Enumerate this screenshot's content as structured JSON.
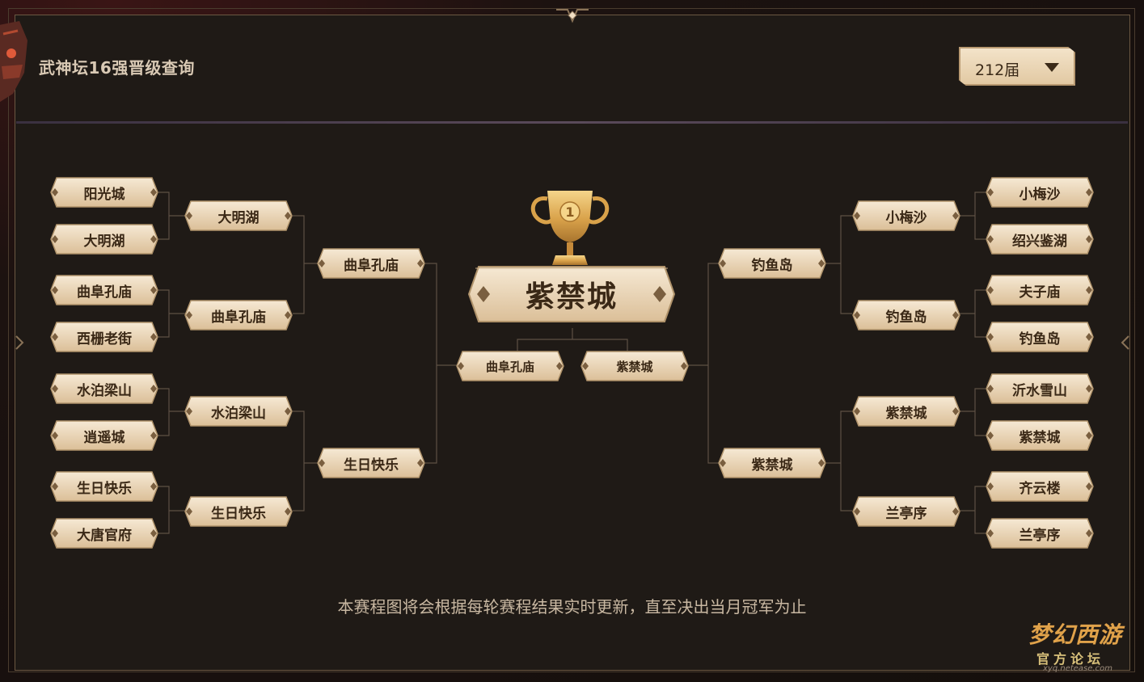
{
  "header": {
    "title": "武神坛16强晋级查询",
    "season_selected": "212届"
  },
  "bracket": {
    "left": {
      "round16": [
        "阳光城",
        "大明湖",
        "曲阜孔庙",
        "西栅老街",
        "水泊梁山",
        "逍遥城",
        "生日快乐",
        "大唐官府"
      ],
      "quarter": [
        "大明湖",
        "曲阜孔庙",
        "水泊梁山",
        "生日快乐"
      ],
      "semi": [
        "曲阜孔庙",
        "生日快乐"
      ],
      "final": "曲阜孔庙"
    },
    "right": {
      "round16": [
        "小梅沙",
        "绍兴鉴湖",
        "夫子庙",
        "钓鱼岛",
        "沂水雪山",
        "紫禁城",
        "齐云楼",
        "兰亭序"
      ],
      "quarter": [
        "小梅沙",
        "钓鱼岛",
        "紫禁城",
        "兰亭序"
      ],
      "semi": [
        "钓鱼岛",
        "紫禁城"
      ],
      "final": "紫禁城"
    },
    "champion": "紫禁城"
  },
  "trophy_rank": "1",
  "footer": {
    "note": "本赛程图将会根据每轮赛程结果实时更新，直至决出当月冠军为止"
  },
  "watermark": {
    "title": "梦幻西游",
    "subtitle": "官方论坛",
    "url": "xyq.netease.com"
  },
  "colors": {
    "node_fill_top": "#f4e6cf",
    "node_fill_bottom": "#dcc19a",
    "node_border": "#b0936b",
    "line": "#6b5c4c",
    "text_dark": "#3a2816"
  }
}
